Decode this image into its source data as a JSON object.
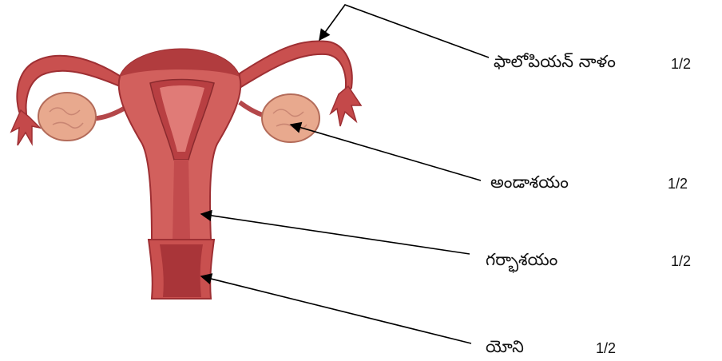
{
  "diagram": {
    "labels": [
      {
        "id": "fallopian-tube",
        "text": "ఫాలోపియన్ నాళం",
        "score": "1/2"
      },
      {
        "id": "ovary",
        "text": "అండాశయం",
        "score": "1/2"
      },
      {
        "id": "uterus",
        "text": "గర్భాశయం",
        "score": "1/2"
      },
      {
        "id": "vagina",
        "text": "యోని",
        "score": "1/2"
      }
    ]
  },
  "colors": {
    "tissue": "#c9504f",
    "tissue_dark": "#9e2f33",
    "inner": "#e0807b",
    "ovary": "#e8a98e",
    "line": "#000000"
  }
}
